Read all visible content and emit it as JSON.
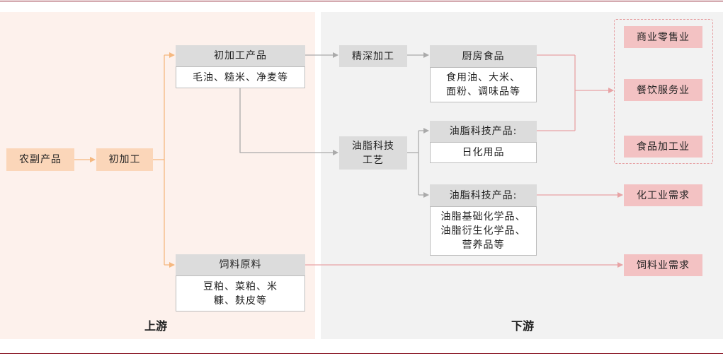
{
  "labels": {
    "upstream": "上游",
    "downstream": "下游"
  },
  "nodes": {
    "agri_products": "农副产品",
    "primary_processing": "初加工",
    "primary_products_title": "初加工产品",
    "primary_products_detail": "毛油、糙米、净麦等",
    "feed_material_title": "饲料原料",
    "feed_material_detail": "豆粕、菜粕、米糠、麸皮等",
    "deep_processing": "精深加工",
    "kitchen_food_title": "厨房食品",
    "kitchen_food_detail": "食用油、大米、面粉、调味品等",
    "oil_tech_process": "油脂科技工艺",
    "oil_tech_product_1_title": "油脂科技产品:",
    "oil_tech_product_1_detail": "日化用品",
    "oil_tech_product_2_title": "油脂科技产品:",
    "oil_tech_product_2_detail": "油脂基础化学品、油脂衍生化学品、营养品等"
  },
  "demand": {
    "retail": "商业零售业",
    "catering": "餐饮服务业",
    "food_industry": "食品加工业",
    "chemical": "化工业需求",
    "feed": "饲料业需求"
  },
  "colors": {
    "upstream_bg": "#fdf1ec",
    "downstream_bg": "#f2f2f2",
    "orange_box": "#fbd6b9",
    "gray_box": "#dcdcdc",
    "pink_box": "#f3c2c3",
    "orange_arrow": "#f5b880",
    "gray_arrow": "#aaaaaa",
    "pink_arrow": "#e8a3a5",
    "rule": "#8c1d2c"
  }
}
